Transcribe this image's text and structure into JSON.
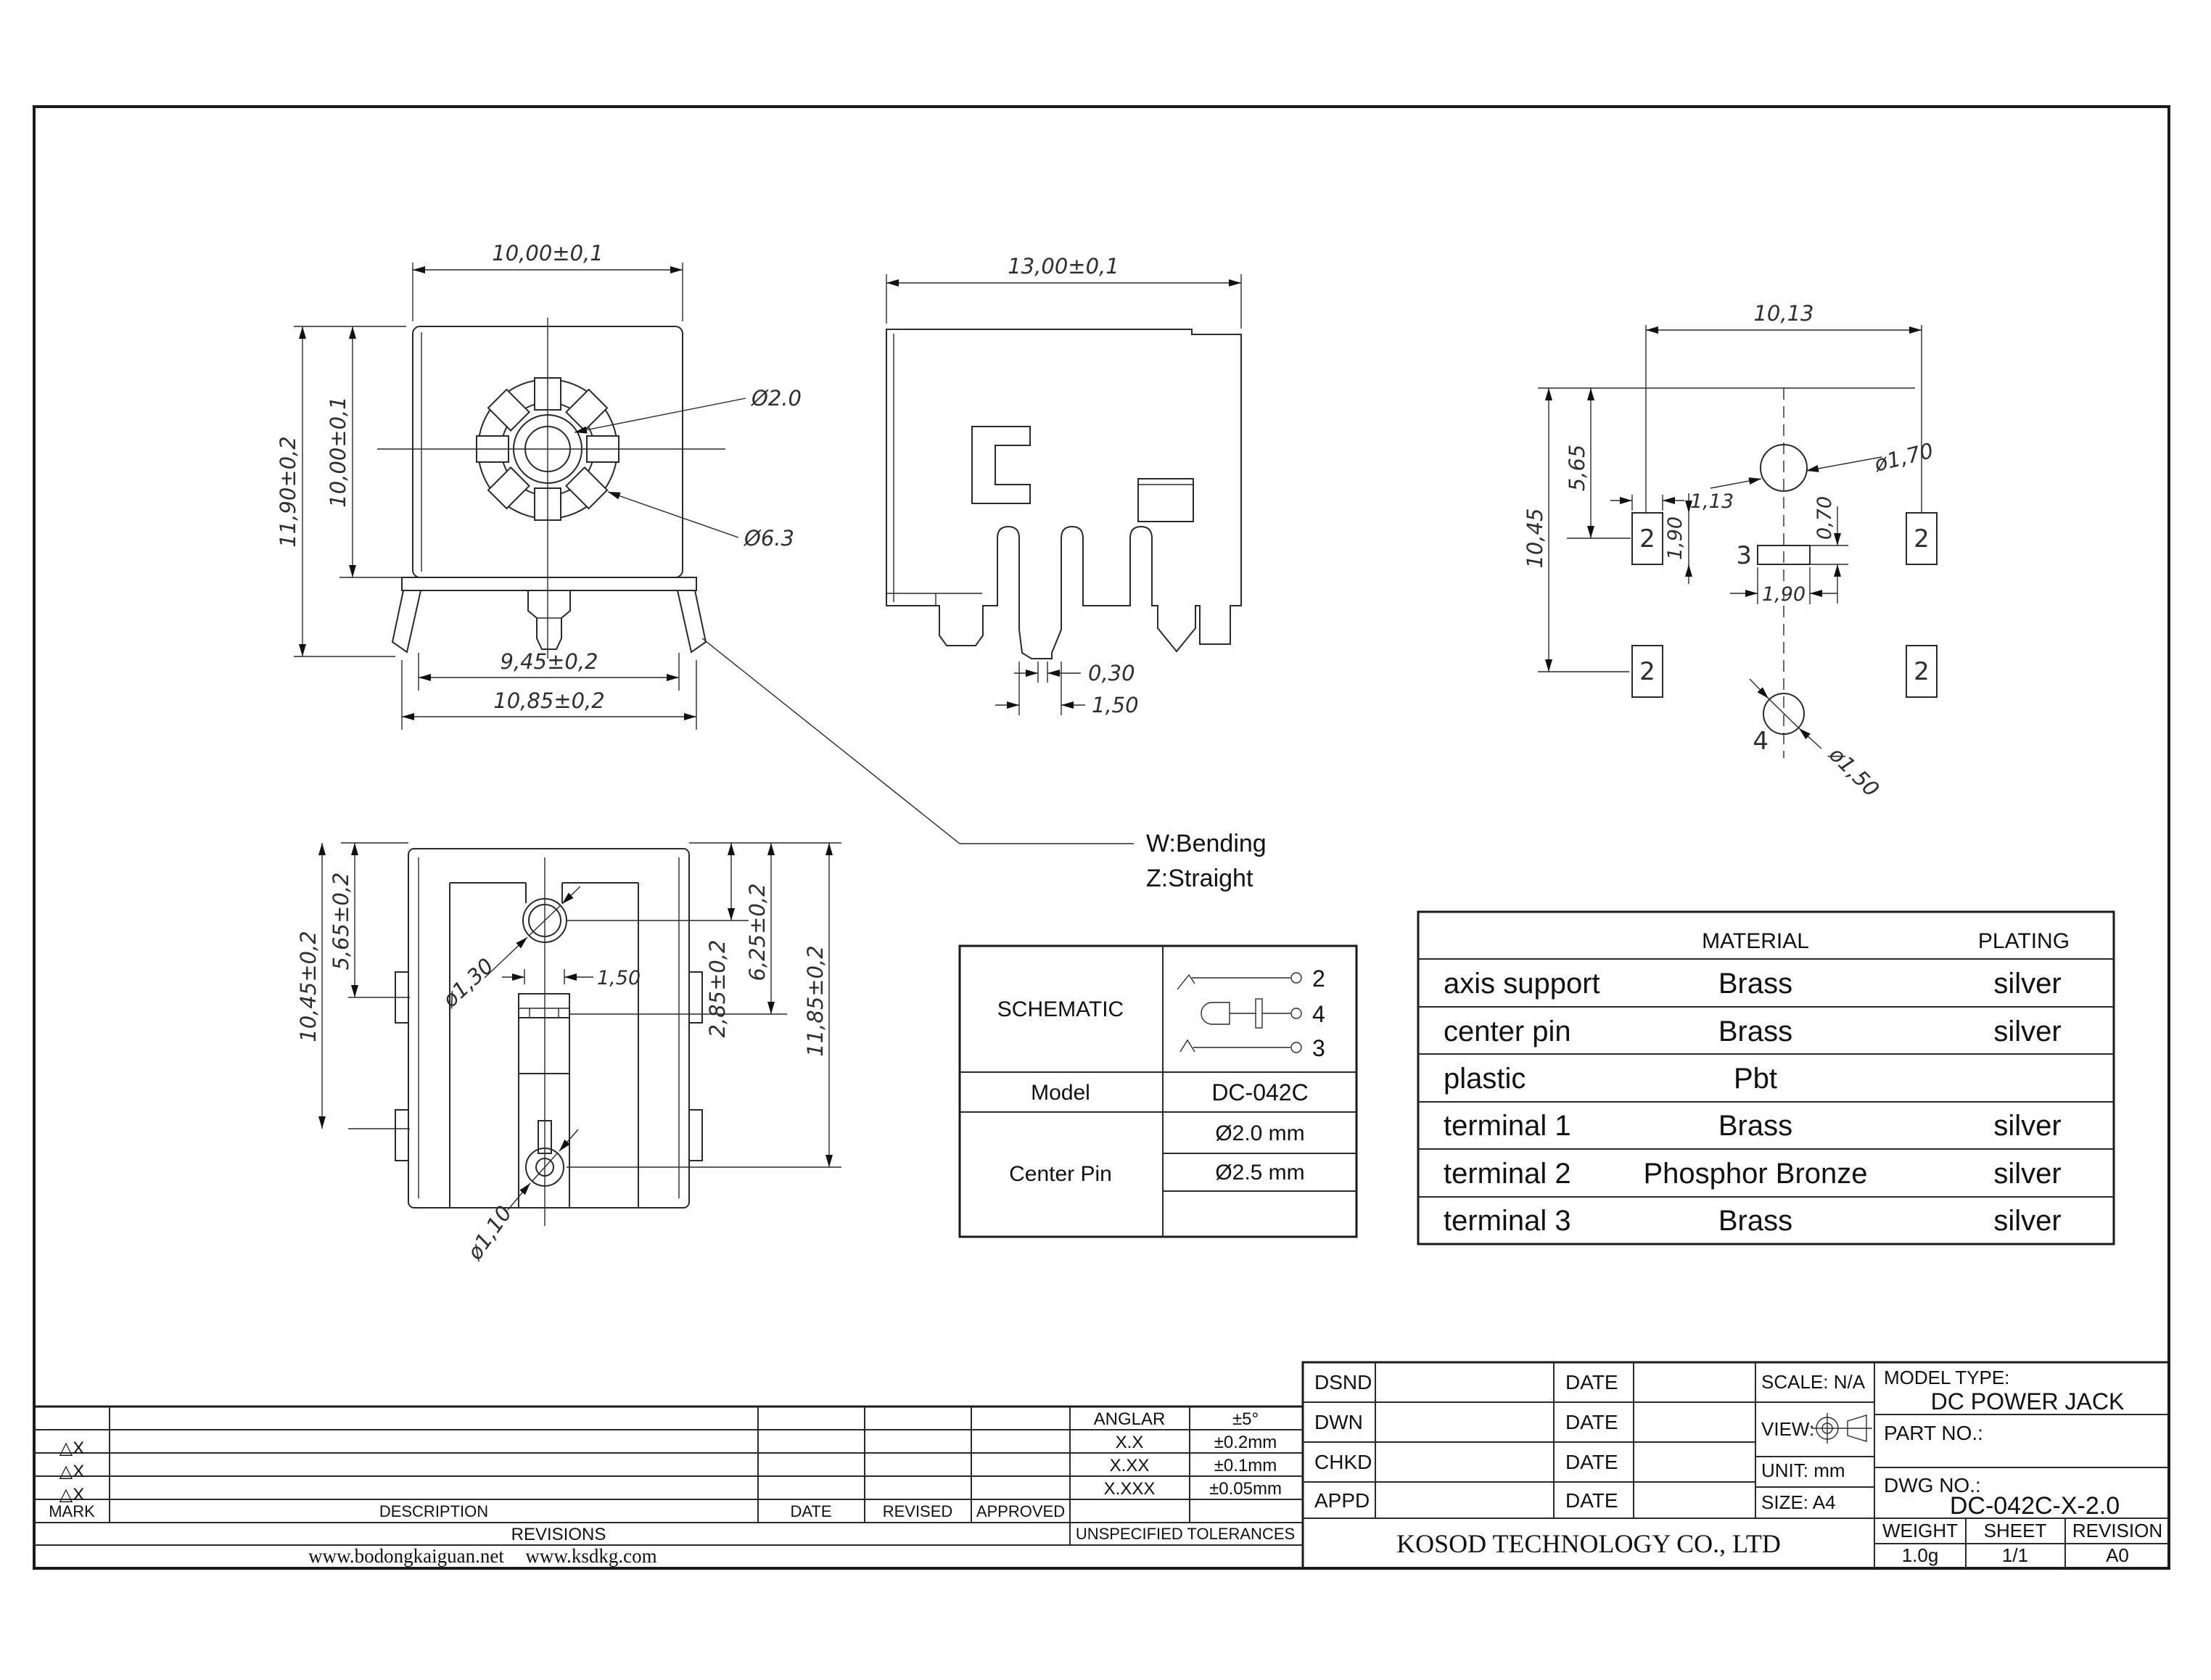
{
  "views": {
    "front": {
      "dim_top": "10,00±0,1",
      "dim_height_outer": "11,90±0,2",
      "dim_height_inner": "10,00±0,1",
      "dim_bottom_inner": "9,45±0,2",
      "dim_bottom_outer": "10,85±0,2",
      "leader_center_pin": "Ø2.0",
      "leader_barrel": "Ø6.3"
    },
    "side": {
      "dim_top": "13,00±0,1",
      "dim_tip_step": "0,30",
      "dim_pin_width": "1,50"
    },
    "pcb": {
      "dim_top": "10,13",
      "dim_height": "10,45",
      "dim_upper": "5,65",
      "dim_pad_w": "1,13",
      "dim_pad_h": "1,90",
      "dim_hole_top": "ø1,70",
      "dim_slot_h": "0,70",
      "dim_slot_w": "1,90",
      "dim_hole_bottom": "ø1,50",
      "pad_label": "2",
      "slot_label": "3",
      "hole_label": "4"
    },
    "rear": {
      "dim_height_outer": "10,45±0,2",
      "dim_height_upper": "5,65±0,2",
      "dim_hole_top": "ø1,30",
      "dim_slot_w": "1,50",
      "dim_right_upper": "2,85±0,2",
      "dim_right_mid": "6,25±0,2",
      "dim_right_outer": "11,85±0,2",
      "dim_hole_bottom": "ø1,10"
    }
  },
  "notes": {
    "bend": "W:Bending",
    "straight": "Z:Straight"
  },
  "spec_table": {
    "schematic_label": "SCHEMATIC",
    "pin2": "2",
    "pin4": "4",
    "pin3": "3",
    "model_label": "Model",
    "model_value": "DC-042C",
    "center_pin_label": "Center Pin",
    "center_pin_d1": "Ø2.0 mm",
    "center_pin_d2": "Ø2.5 mm"
  },
  "material_table": {
    "col_material": "MATERIAL",
    "col_plating": "PLATING",
    "rows": [
      {
        "part": "axis support",
        "material": "Brass",
        "plating": "silver"
      },
      {
        "part": "center pin",
        "material": "Brass",
        "plating": "silver"
      },
      {
        "part": "plastic",
        "material": "Pbt",
        "plating": ""
      },
      {
        "part": "terminal 1",
        "material": "Brass",
        "plating": "silver"
      },
      {
        "part": "terminal 2",
        "material": "Phosphor Bronze",
        "plating": "silver"
      },
      {
        "part": "terminal 3",
        "material": "Brass",
        "plating": "silver"
      }
    ]
  },
  "title_block": {
    "dsnd": "DSND",
    "dwn": "DWN",
    "chkd": "CHKD",
    "appd": "APPD",
    "date": "DATE",
    "scale": "SCALE: N/A",
    "view_label": "VIEW:",
    "unit": "UNIT: mm",
    "size": "SIZE: A4",
    "model_type_label": "MODEL TYPE:",
    "model_type_value": "DC POWER JACK",
    "part_no_label": "PART NO.:",
    "dwg_no_label": "DWG NO.:",
    "dwg_no_value": "DC-042C-X-2.0",
    "company": "KOSOD TECHNOLOGY CO., LTD",
    "weight_label": "WEIGHT",
    "sheet_label": "SHEET",
    "revision_label": "REVISION",
    "weight_value": "1.0g",
    "sheet_value": "1/1",
    "revision_value": "A0"
  },
  "revision_block": {
    "tri_mark": "△X",
    "mark": "MARK",
    "description": "DESCRIPTION",
    "date": "DATE",
    "revised": "REVISED",
    "approved": "APPROVED",
    "revisions": "REVISIONS",
    "unspecified": "UNSPECIFIED TOLERANCES",
    "tol_rows": [
      {
        "k": "ANGLAR",
        "v": "±5°"
      },
      {
        "k": "X.X",
        "v": "±0.2mm"
      },
      {
        "k": "X.XX",
        "v": "±0.1mm"
      },
      {
        "k": "X.XXX",
        "v": "±0.05mm"
      }
    ],
    "site1": "www.bodongkaiguan.net",
    "site2": "www.ksdkg.com"
  }
}
